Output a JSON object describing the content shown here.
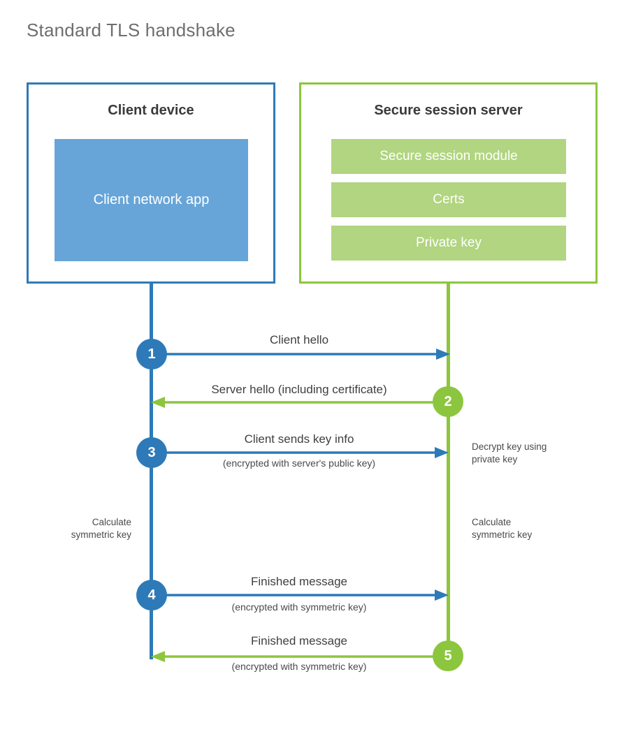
{
  "title": "Standard TLS handshake",
  "colors": {
    "client_accent": "#2e7ab8",
    "server_accent": "#8cc63e",
    "client_app_fill": "#67a5d8",
    "server_module_fill": "#b1d580",
    "title_text": "#6e6e6e",
    "body_text": "#3f3f3f"
  },
  "parties": {
    "client": {
      "title": "Client device",
      "app_label": "Client network app"
    },
    "server": {
      "title": "Secure session server",
      "modules": [
        {
          "label": "Secure session module"
        },
        {
          "label": "Certs"
        },
        {
          "label": "Private key"
        }
      ]
    }
  },
  "steps": [
    {
      "number": "1",
      "direction": "client-to-server",
      "primary": "Client hello",
      "secondary": ""
    },
    {
      "number": "2",
      "direction": "server-to-client",
      "primary": "Server hello (including certificate)",
      "secondary": ""
    },
    {
      "number": "3",
      "direction": "client-to-server",
      "primary": "Client sends key info",
      "secondary": "(encrypted with server's public key)"
    },
    {
      "number": "4",
      "direction": "client-to-server",
      "primary": "Finished message",
      "secondary": "(encrypted with symmetric key)"
    },
    {
      "number": "5",
      "direction": "server-to-client",
      "primary": "Finished message",
      "secondary": "(encrypted with symmetric key)"
    }
  ],
  "annotations": {
    "server_decrypt": "Decrypt key using\nprivate key",
    "client_calculate": "Calculate\nsymmetric key",
    "server_calculate": "Calculate\nsymmetric key"
  }
}
